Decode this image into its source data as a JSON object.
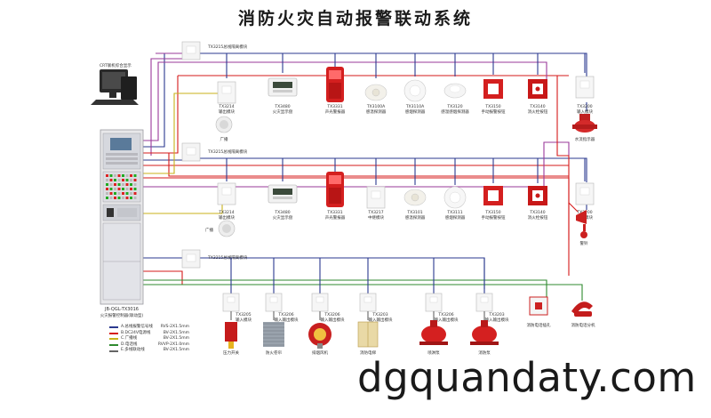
{
  "title": "消防火灾自动报警联动系统",
  "watermark": "dgquandaty.com",
  "crt_label": "CRT联机综合显示",
  "panel_label_1": "JB-QGL-TX3016",
  "panel_label_2": "火灾报警控制器(联动型)",
  "colors": {
    "loop_blue": "#2b3a8f",
    "power_red": "#d61a1a",
    "phone_green": "#2f8a2f",
    "broadcast_yellow": "#c8b21a",
    "cable_gray": "#666666",
    "bus_purple": "#9a3a9a"
  },
  "legend": [
    {
      "name": "A.总线报警信号线",
      "spec": "RVS-2X1.5mm",
      "color": "#2b3a8f"
    },
    {
      "name": "B.DC24V电源线",
      "spec": "BV-2X1.5mm",
      "color": "#d61a1a"
    },
    {
      "name": "C.广播线",
      "spec": "BV-2X1.5mm",
      "color": "#c8b21a"
    },
    {
      "name": "D.电话线",
      "spec": "RVVP-2X1.0mm",
      "color": "#2f8a2f"
    },
    {
      "name": "E.多线联动线",
      "spec": "BV-2X1.5mm",
      "color": "#666666"
    }
  ],
  "bus_labels": {
    "bus1": "TX3215总线隔离模块",
    "bus2": "TX3215总线隔离模块",
    "bus3": "TX3215总线隔离模块"
  },
  "row1": [
    {
      "code": "TX3214",
      "name": "输出模块",
      "icon": "module-icon"
    },
    {
      "code": "TX3480",
      "name": "火灾显示盘",
      "icon": "display-panel-icon"
    },
    {
      "code": "TX3331",
      "name": "声光警报器",
      "icon": "strobe-alarm-icon"
    },
    {
      "code": "TX3100A",
      "name": "感温探测器",
      "icon": "heat-detector-icon"
    },
    {
      "code": "TX3110A",
      "name": "感烟探测器",
      "icon": "smoke-detector-icon"
    },
    {
      "code": "TX3120",
      "name": "感温感烟探测器",
      "icon": "combo-detector-icon"
    },
    {
      "code": "TX3150",
      "name": "手动报警按钮",
      "icon": "manual-call-point-icon"
    },
    {
      "code": "TX3140",
      "name": "消火栓按钮",
      "icon": "hydrant-button-icon"
    },
    {
      "code": "TX3200",
      "name": "输入模块",
      "icon": "input-module-icon"
    }
  ],
  "row2": [
    {
      "code": "TX3214",
      "name": "输出模块",
      "icon": "module-icon"
    },
    {
      "code": "TX3480",
      "name": "火灾显示盘",
      "icon": "display-panel-icon"
    },
    {
      "code": "TX3331",
      "name": "声光警报器",
      "icon": "strobe-alarm-icon"
    },
    {
      "code": "TX3217",
      "name": "中继模块",
      "icon": "relay-module-icon"
    },
    {
      "code": "TX3101",
      "name": "感温探测器",
      "icon": "heat-detector-icon"
    },
    {
      "code": "TX3111",
      "name": "感烟探测器",
      "icon": "smoke-detector-icon"
    },
    {
      "code": "TX3150",
      "name": "手动报警按钮",
      "icon": "manual-call-point-icon"
    },
    {
      "code": "TX3140",
      "name": "消火栓按钮",
      "icon": "hydrant-button-icon"
    },
    {
      "code": "TX3200",
      "name": "输入模块",
      "icon": "input-module-icon"
    }
  ],
  "row3": [
    {
      "code": "TX3205",
      "name": "输入模块",
      "device": "压力开关",
      "icon": "pressure-switch-icon"
    },
    {
      "code": "TX3206",
      "name": "输入输出模块",
      "device": "防火卷帘",
      "icon": "shutter-icon"
    },
    {
      "code": "TX3206",
      "name": "输入输出模块",
      "device": "排烟风机",
      "icon": "fan-icon"
    },
    {
      "code": "TX3203",
      "name": "输入输出模块",
      "device": "消防电梯",
      "icon": "elevator-icon"
    },
    {
      "code": "TX3206",
      "name": "输入输出模块",
      "device": "喷淋泵",
      "icon": "pump-icon"
    },
    {
      "code": "TX3203",
      "name": "输入输出模块",
      "device": "消防泵",
      "icon": "pump2-icon"
    }
  ],
  "right_devices": {
    "valve": "水流指示器",
    "hydrant_phone": "消防电话插孔",
    "phone": "消防电话分机",
    "horn": "警铃",
    "speaker1": "广播",
    "speaker2": "广播"
  }
}
